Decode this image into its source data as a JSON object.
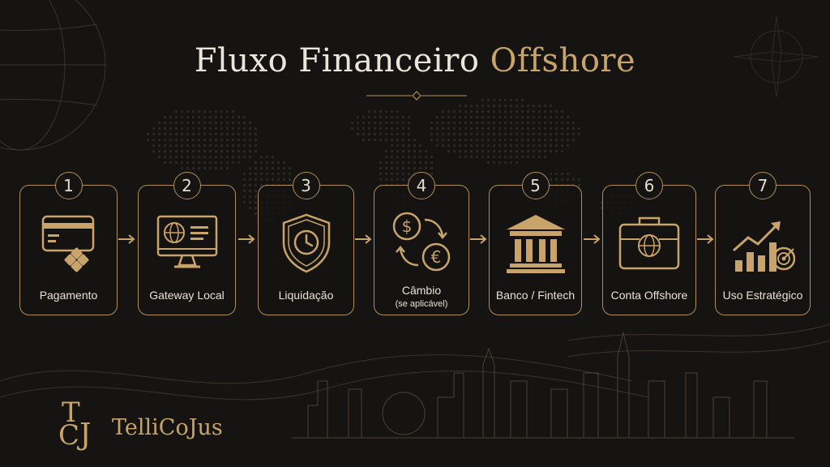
{
  "title": {
    "main": "Fluxo Financeiro",
    "accent": "Offshore"
  },
  "colors": {
    "gold": "#c8a36a",
    "background": "#151413",
    "text": "#e8e2d6"
  },
  "steps": [
    {
      "number": "1",
      "label": "Pagamento",
      "icon": "card-payment-icon"
    },
    {
      "number": "2",
      "label": "Gateway Local",
      "icon": "globe-monitor-icon"
    },
    {
      "number": "3",
      "label": "Liquidação",
      "icon": "shield-clock-icon"
    },
    {
      "number": "4",
      "label": "Câmbio",
      "sublabel": "(se aplicável)",
      "icon": "currency-exchange-icon"
    },
    {
      "number": "5",
      "label": "Banco / Fintech",
      "icon": "bank-icon"
    },
    {
      "number": "6",
      "label": "Conta Offshore",
      "icon": "globe-briefcase-icon"
    },
    {
      "number": "7",
      "label": "Uso Estratégico",
      "icon": "growth-chart-target-icon"
    }
  ],
  "brand": {
    "name": "TelliCoJus"
  }
}
